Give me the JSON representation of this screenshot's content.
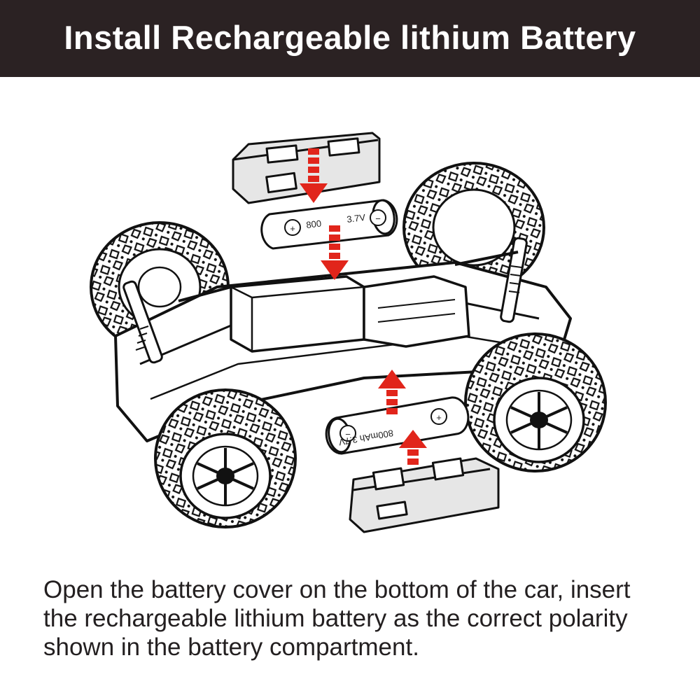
{
  "header": {
    "title": "Install Rechargeable lithium Battery",
    "background": "#2b2223",
    "text_color": "#ffffff"
  },
  "battery_top": {
    "positive_symbol": "+",
    "negative_symbol": "−",
    "label_left": "800",
    "label_right": "3.7V"
  },
  "battery_bottom": {
    "positive_symbol": "+",
    "negative_symbol": "−",
    "label": "800mAh 3.7V"
  },
  "arrow_color": "#e1251b",
  "caption": {
    "line1": "Open the battery cover on the bottom of the car, insert",
    "line2": "the rechargeable lithium battery as the correct polarity",
    "line3": "shown in the battery compartment."
  }
}
